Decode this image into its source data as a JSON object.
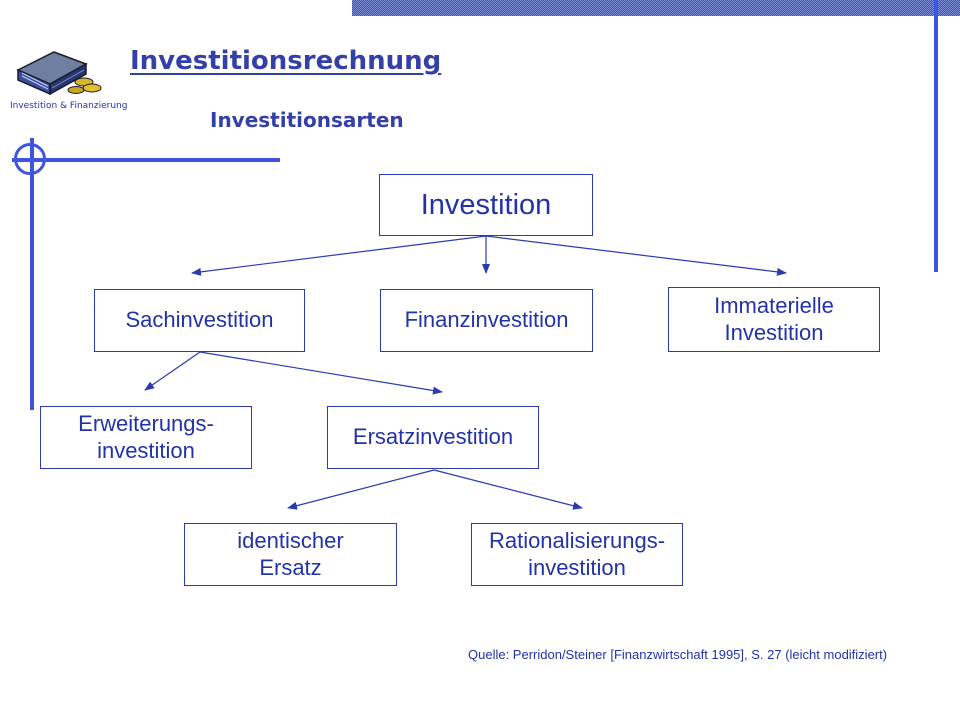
{
  "header": {
    "title": "Investitionsrechnung",
    "subtitle": "Investitionsarten",
    "logo_caption": "Investition & Finanzierung",
    "logo_icon": "money-stack-icon"
  },
  "colors": {
    "accent": "#3d55e0",
    "text": "#2233aa",
    "title": "#3340a8",
    "node_border": "#2a3bb0"
  },
  "diagram": {
    "nodes": {
      "investition": "Investition",
      "sachinvestition": "Sachinvestition",
      "finanzinvestition": "Finanzinvestition",
      "immaterielle": "Immaterielle\nInvestition",
      "erweiterung": "Erweiterungs-\ninvestition",
      "ersatz": "Ersatzinvestition",
      "identisch": "identischer\nErsatz",
      "rationalisierung": "Rationalisierungs-\ninvestition"
    },
    "edges": [
      [
        "investition",
        "sachinvestition"
      ],
      [
        "investition",
        "finanzinvestition"
      ],
      [
        "investition",
        "immaterielle"
      ],
      [
        "sachinvestition",
        "erweiterung"
      ],
      [
        "sachinvestition",
        "ersatz"
      ],
      [
        "ersatz",
        "identisch"
      ],
      [
        "ersatz",
        "rationalisierung"
      ]
    ]
  },
  "footer": {
    "source": "Quelle: Perridon/Steiner [Finanzwirtschaft 1995], S. 27 (leicht modifiziert)"
  }
}
